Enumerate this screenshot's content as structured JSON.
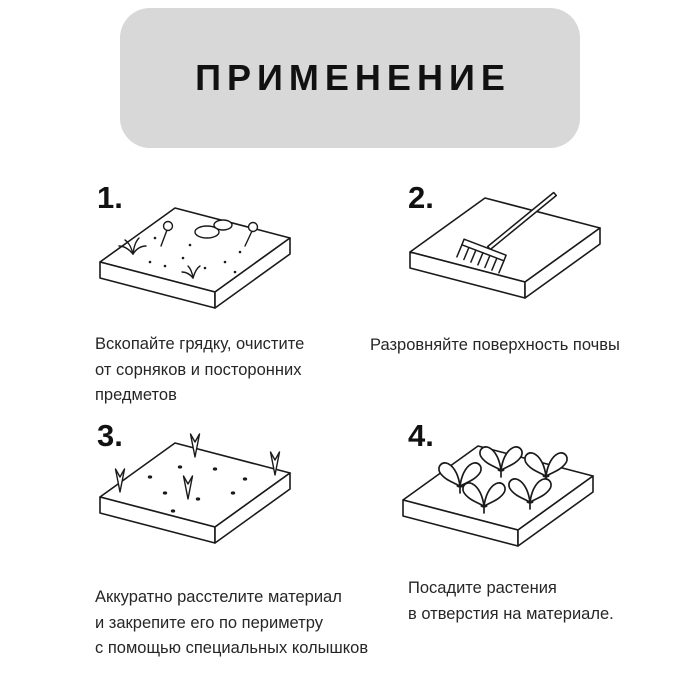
{
  "header": {
    "title": "ПРИМЕНЕНИЕ"
  },
  "colors": {
    "banner": "#d8d8d8",
    "ink": "#1a1a1a",
    "background": "#ffffff"
  },
  "steps": [
    {
      "number": "1.",
      "icon": "garden-bed-with-weeds-icon",
      "caption": "Вскопайте грядку, очистите\nот сорняков и посторонних\nпредметов"
    },
    {
      "number": "2.",
      "icon": "rake-leveling-soil-icon",
      "caption": "Разровняйте поверхность почвы"
    },
    {
      "number": "3.",
      "icon": "material-with-pegs-icon",
      "caption": "Аккуратно расстелите материал\nи закрепите его по периметру\nс помощью специальных колышков"
    },
    {
      "number": "4.",
      "icon": "plants-in-holes-icon",
      "caption": "Посадите растения\nв отверстия на материале."
    }
  ]
}
